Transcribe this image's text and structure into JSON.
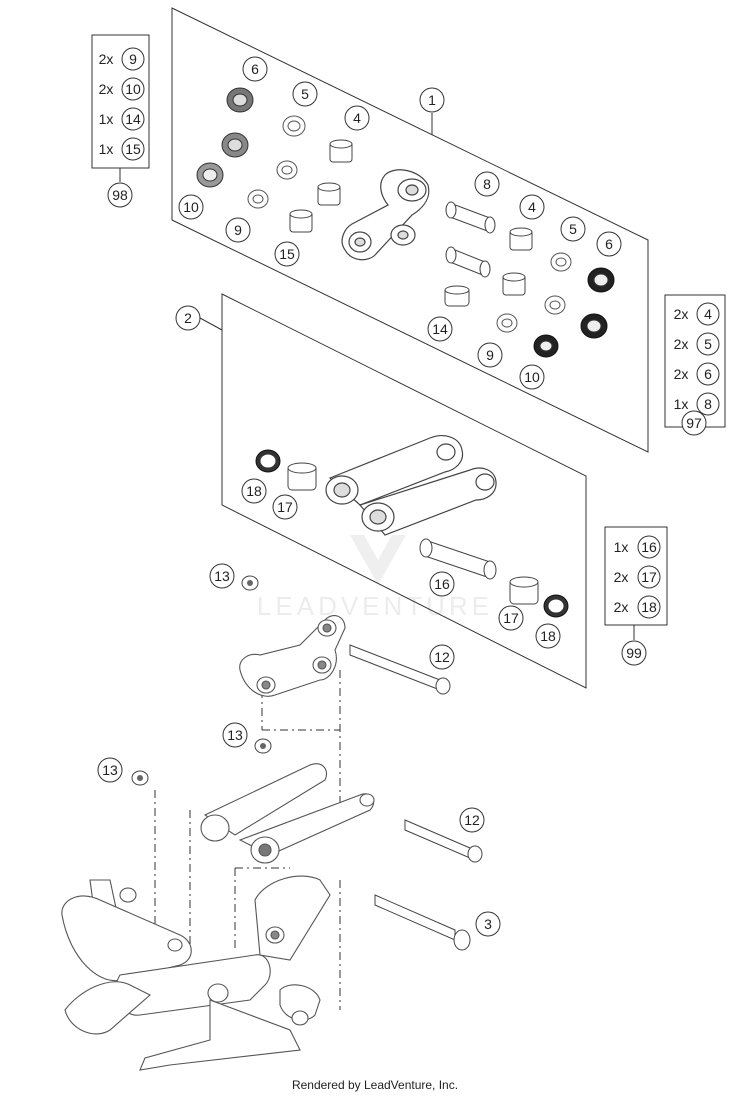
{
  "watermark": "LEADVENTURE",
  "footer": "Rendered by LeadVenture, Inc.",
  "callouts": {
    "c1": "1",
    "c2": "2",
    "c3": "3",
    "c4a": "4",
    "c4b": "4",
    "c5a": "5",
    "c5b": "5",
    "c6a": "6",
    "c6b": "6",
    "c8": "8",
    "c9a": "9",
    "c9b": "9",
    "c10a": "10",
    "c10b": "10",
    "c12a": "12",
    "c12b": "12",
    "c13a": "13",
    "c13b": "13",
    "c13c": "13",
    "c14": "14",
    "c15": "15",
    "c16": "16",
    "c17a": "17",
    "c17b": "17",
    "c18a": "18",
    "c18b": "18"
  },
  "kits": {
    "k98": {
      "label": "98",
      "rows": [
        {
          "qty": "2x",
          "part": "9"
        },
        {
          "qty": "2x",
          "part": "10"
        },
        {
          "qty": "1x",
          "part": "14"
        },
        {
          "qty": "1x",
          "part": "15"
        }
      ]
    },
    "k97": {
      "label": "97",
      "rows": [
        {
          "qty": "2x",
          "part": "4"
        },
        {
          "qty": "2x",
          "part": "5"
        },
        {
          "qty": "2x",
          "part": "6"
        },
        {
          "qty": "1x",
          "part": "8"
        }
      ]
    },
    "k99": {
      "label": "99",
      "rows": [
        {
          "qty": "1x",
          "part": "16"
        },
        {
          "qty": "2x",
          "part": "17"
        },
        {
          "qty": "2x",
          "part": "18"
        }
      ]
    }
  }
}
